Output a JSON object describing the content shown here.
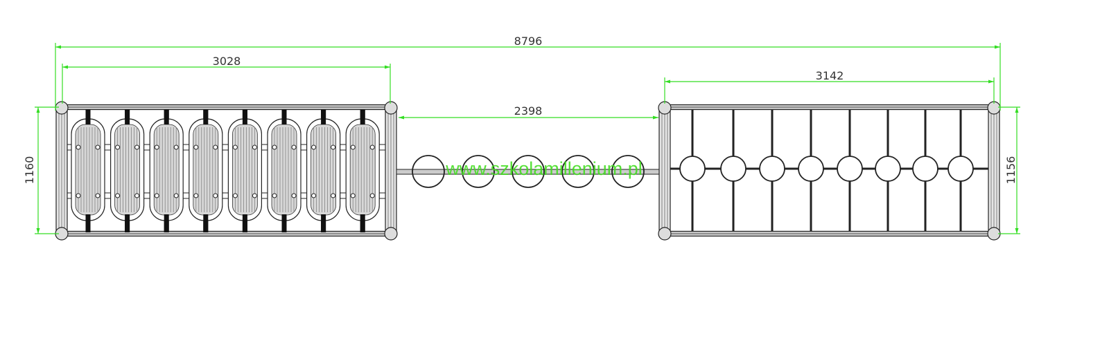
{
  "dimensions": {
    "overall_length": "8796",
    "left_module_length": "3028",
    "right_module_length": "3142",
    "middle_span": "2398",
    "left_height": "1160",
    "right_height": "1156"
  },
  "watermark": "www.szkolamillenium.pl",
  "components": {
    "left_module_pads": 8,
    "middle_rings": 5,
    "right_module_rings": 8
  },
  "colors": {
    "dimension": "#33dd22",
    "lines": "#222222",
    "watermark": "#44dd22"
  }
}
